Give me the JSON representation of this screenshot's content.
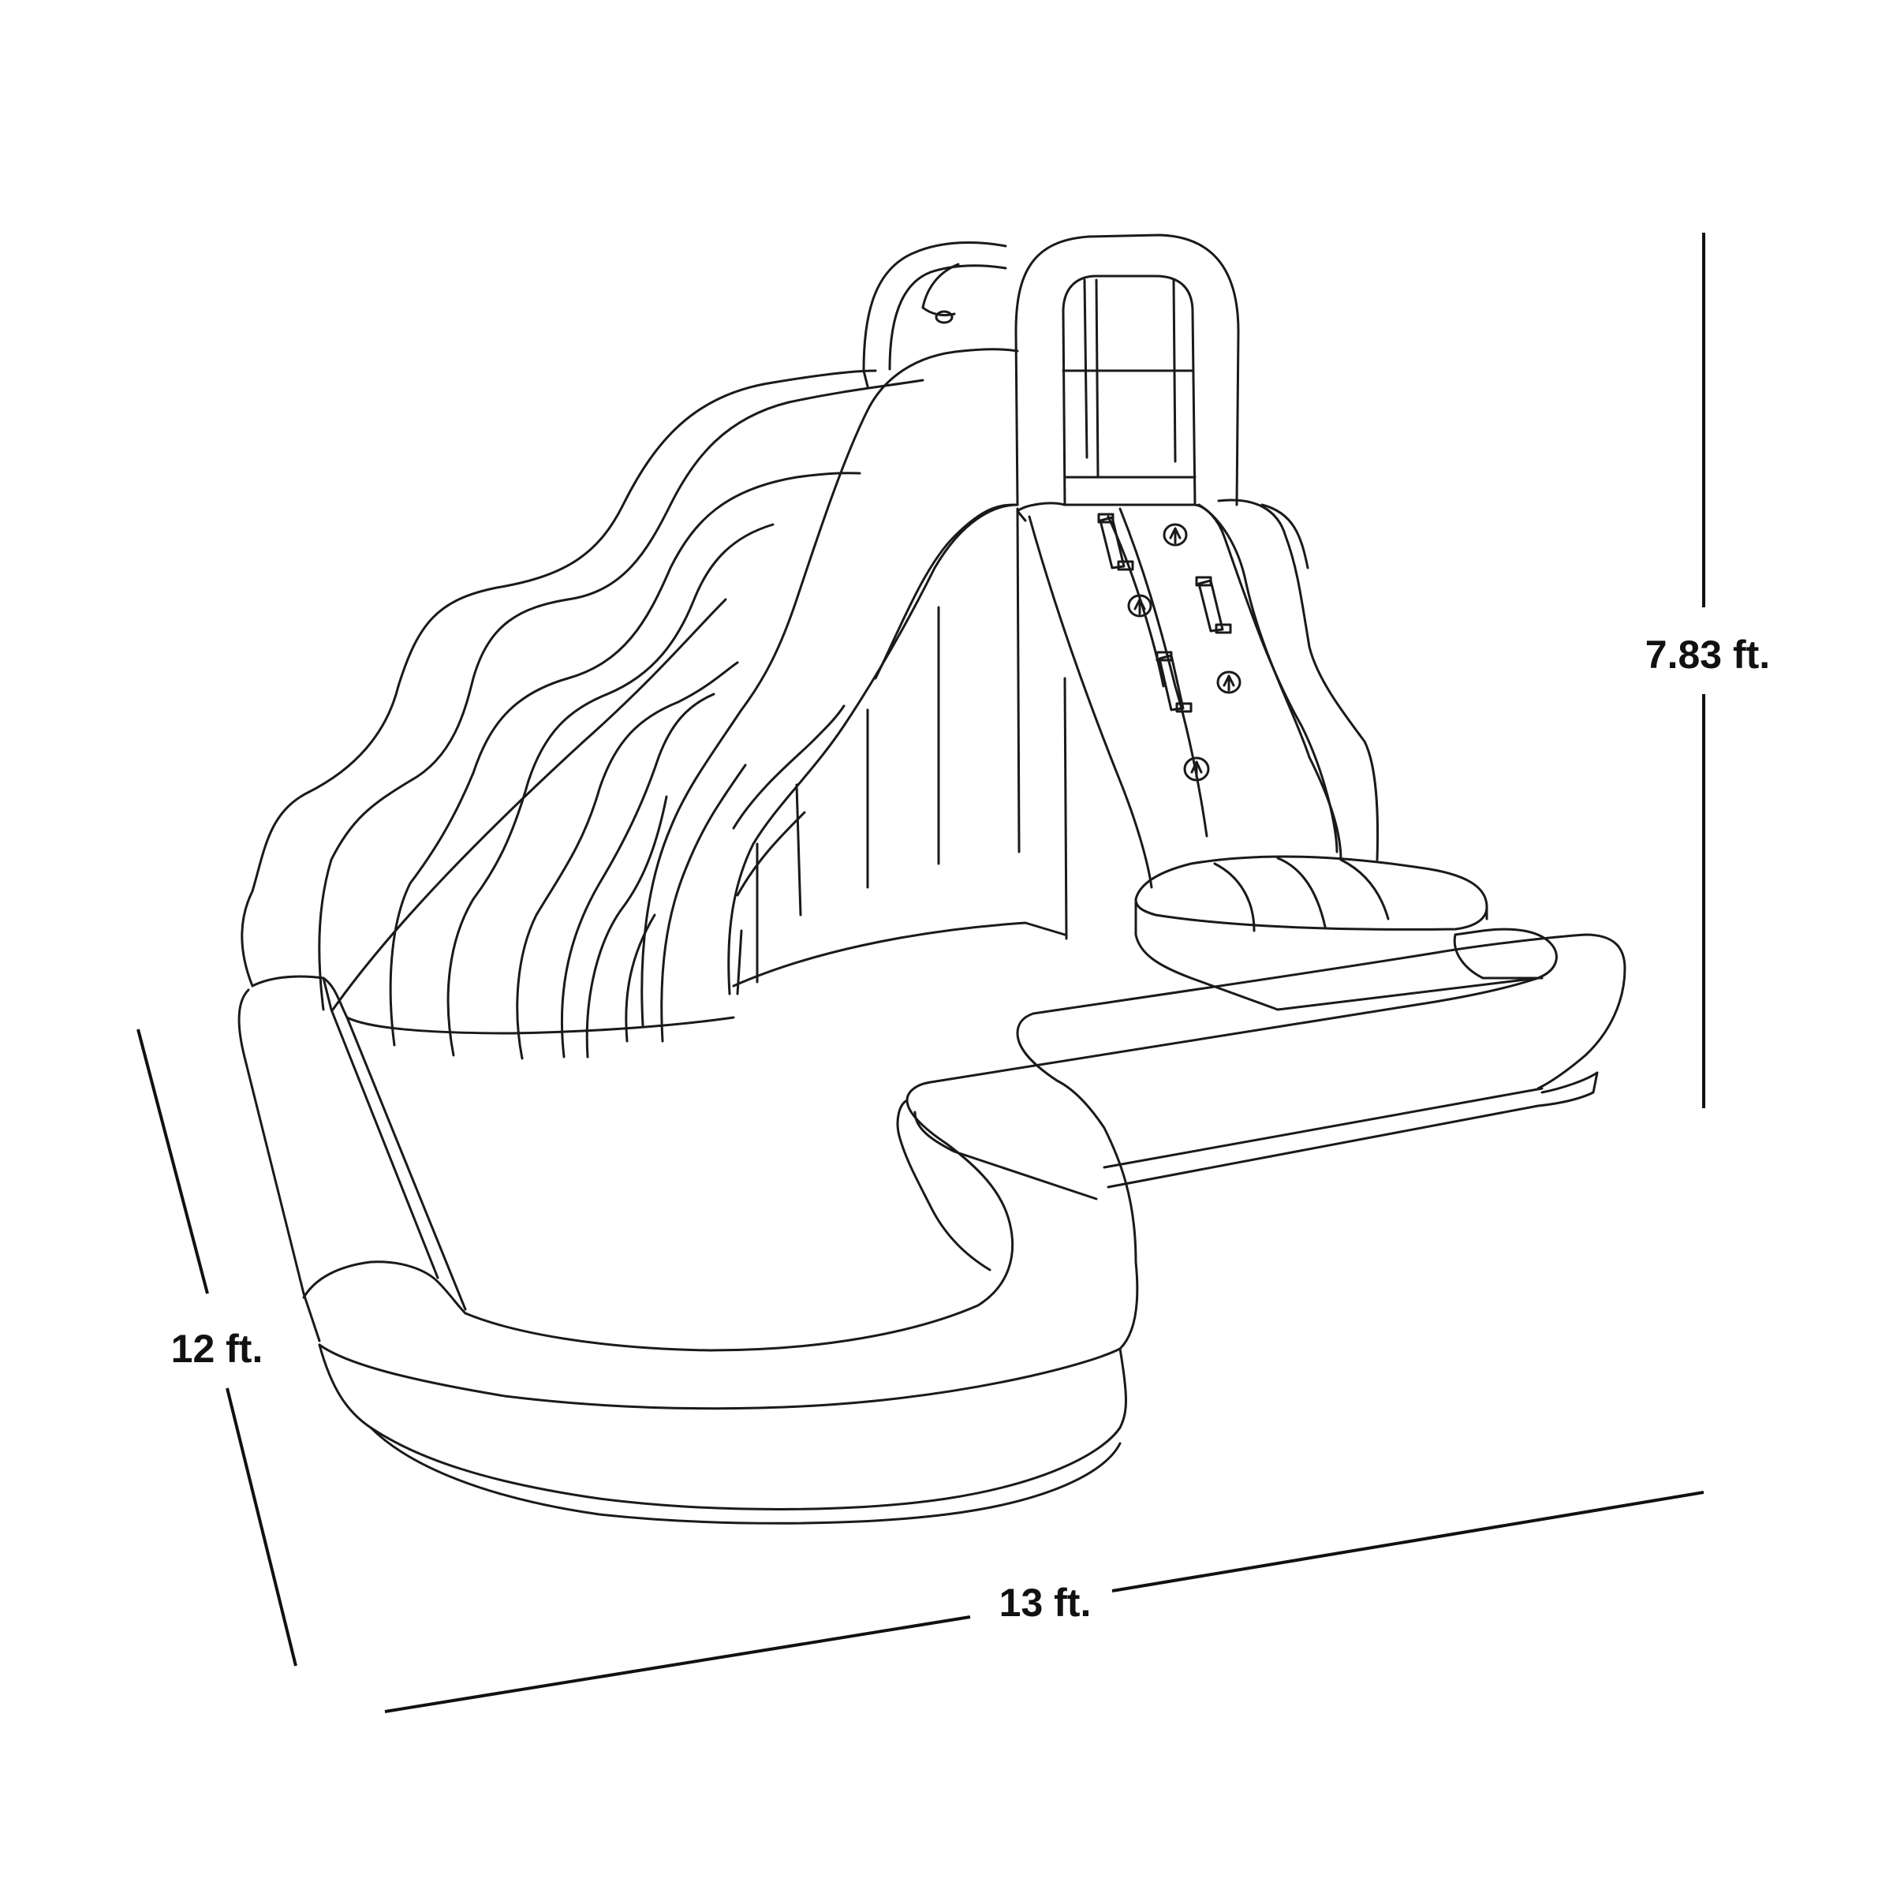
{
  "dimensions": {
    "height": "7.83 ft.",
    "depth": "12 ft.",
    "width": "13 ft."
  },
  "colors": {
    "line": "#1a1a1a",
    "background": "#ffffff"
  }
}
